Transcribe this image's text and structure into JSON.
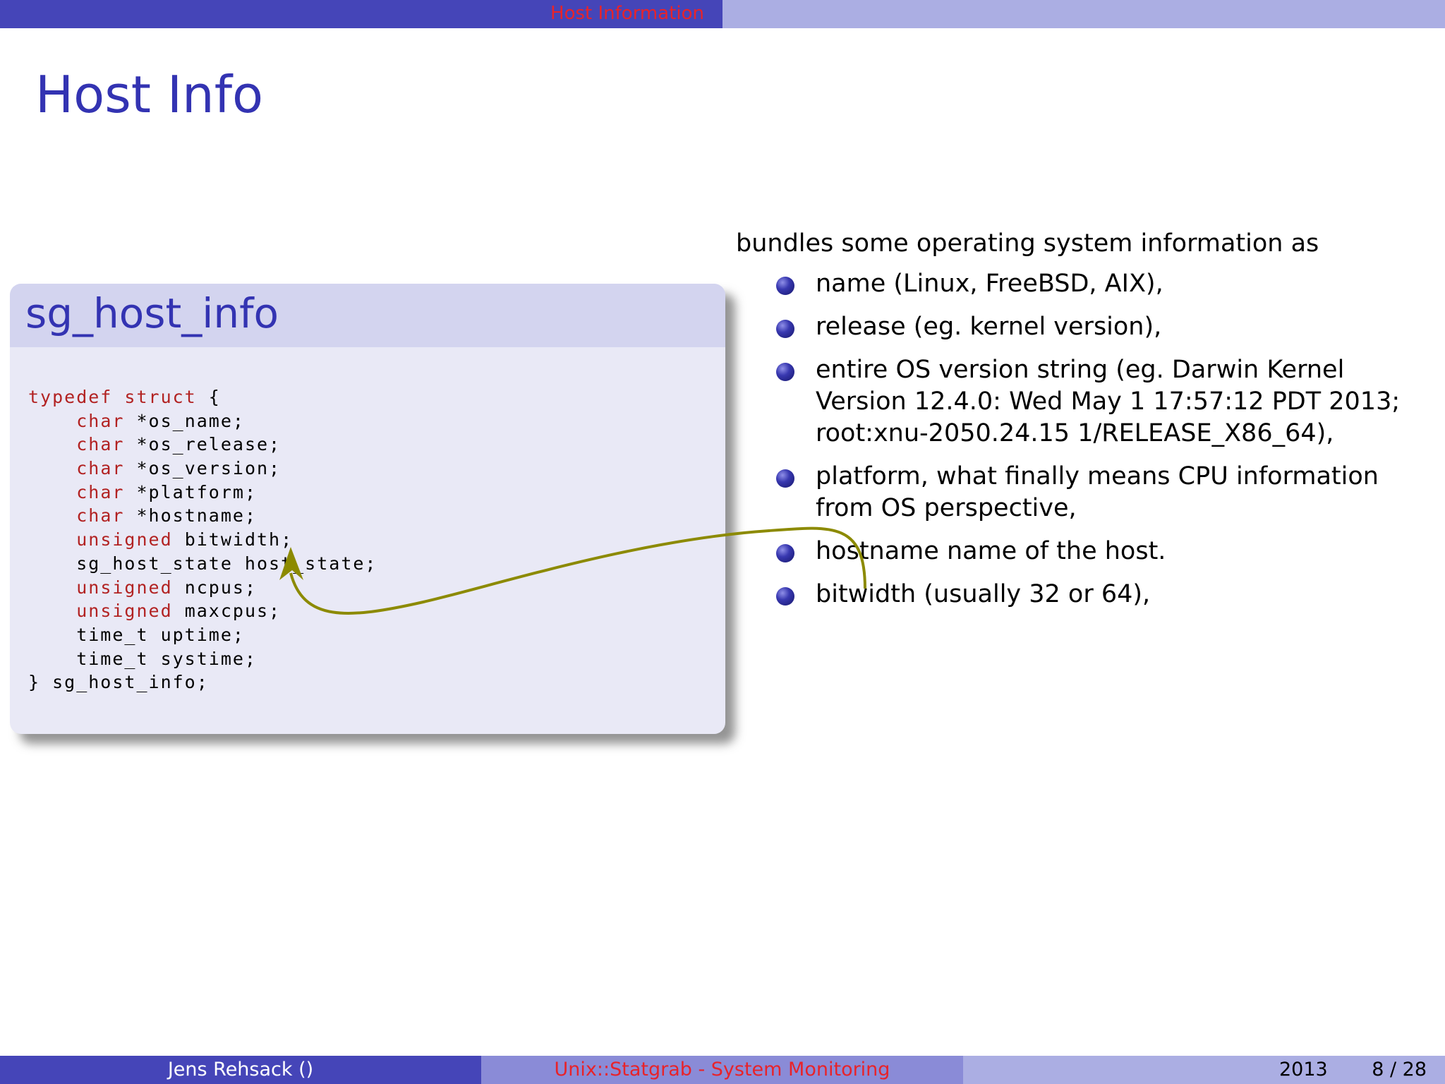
{
  "nav": {
    "section": "Host Information"
  },
  "frame": {
    "title": "Host Info"
  },
  "block": {
    "title": "sg_host_info",
    "code_lines": [
      [
        {
          "t": "typedef",
          "k": true
        },
        {
          "t": " "
        },
        {
          "t": "struct",
          "k": true
        },
        {
          "t": " {"
        }
      ],
      [
        {
          "t": "    "
        },
        {
          "t": "char",
          "k": true
        },
        {
          "t": " *os_name;"
        }
      ],
      [
        {
          "t": "    "
        },
        {
          "t": "char",
          "k": true
        },
        {
          "t": " *os_release;"
        }
      ],
      [
        {
          "t": "    "
        },
        {
          "t": "char",
          "k": true
        },
        {
          "t": " *os_version;"
        }
      ],
      [
        {
          "t": "    "
        },
        {
          "t": "char",
          "k": true
        },
        {
          "t": " *platform;"
        }
      ],
      [
        {
          "t": "    "
        },
        {
          "t": "char",
          "k": true
        },
        {
          "t": " *hostname;"
        }
      ],
      [
        {
          "t": "    "
        },
        {
          "t": "unsigned",
          "k": true
        },
        {
          "t": " bitwidth;"
        }
      ],
      [
        {
          "t": "    sg_host_state host_state;"
        }
      ],
      [
        {
          "t": "    "
        },
        {
          "t": "unsigned",
          "k": true
        },
        {
          "t": " ncpus;"
        }
      ],
      [
        {
          "t": "    "
        },
        {
          "t": "unsigned",
          "k": true
        },
        {
          "t": " maxcpus;"
        }
      ],
      [
        {
          "t": "    time_t uptime;"
        }
      ],
      [
        {
          "t": "    time_t systime;"
        }
      ],
      [
        {
          "t": "} sg_host_info;"
        }
      ]
    ]
  },
  "content": {
    "intro": "bundles some operating system information as",
    "bullets": [
      [
        "name (Linux, FreeBSD, AIX),"
      ],
      [
        "release (eg.  kernel version),"
      ],
      [
        "entire OS version string (eg.  Darwin Kernel",
        "Version 12.4.0: Wed May 1 17:57:12 PDT 2013;",
        "root:xnu-2050.24.15 1/RELEASE_X86_64),"
      ],
      [
        "platform, what finally means CPU information",
        "from OS perspective,"
      ],
      [
        "hostname name of the host."
      ],
      [
        "bitwidth (usually 32 or 64),"
      ]
    ]
  },
  "footer": {
    "author": "Jens Rehsack  ()",
    "talk": "Unix::Statgrab - System Monitoring",
    "year": "2013",
    "page": "8 / 28"
  },
  "colors": {
    "nav_dark": "#4545b8",
    "nav_light": "#abaee3",
    "title_blue": "#3333b2",
    "keyword_red": "#b22222",
    "alert_red": "#e8232a",
    "arrow_olive": "#8c8a00"
  }
}
